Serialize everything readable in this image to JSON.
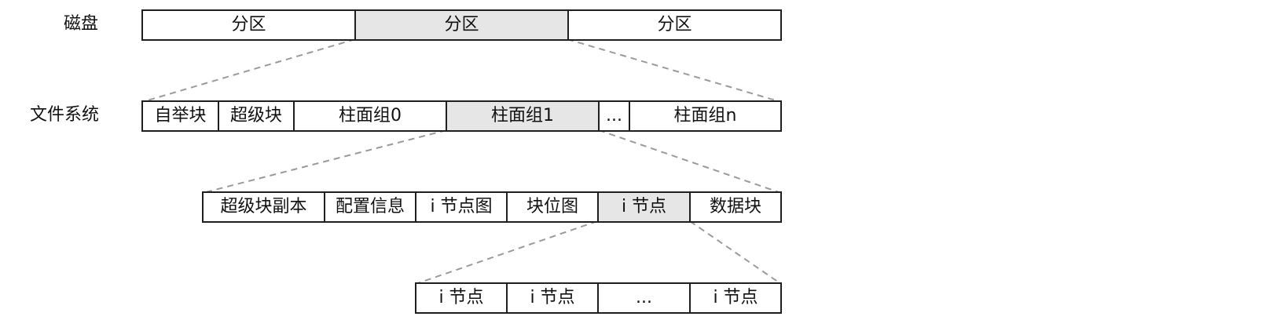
{
  "labels": {
    "disk": "磁盘",
    "filesystem": "文件系统"
  },
  "disk_row": [
    "分区",
    "分区",
    "分区"
  ],
  "filesystem_row": [
    "自举块",
    "超级块",
    "柱面组0",
    "柱面组1",
    "...",
    "柱面组n"
  ],
  "cylinder_group_row": [
    "超级块副本",
    "配置信息",
    "i 节点图",
    "块位图",
    "i 节点",
    "数据块"
  ],
  "inode_row": [
    "i 节点",
    "i 节点",
    "...",
    "i 节点"
  ],
  "highlight_color": "#e6e6e6",
  "line_color": "#9a9a9a"
}
